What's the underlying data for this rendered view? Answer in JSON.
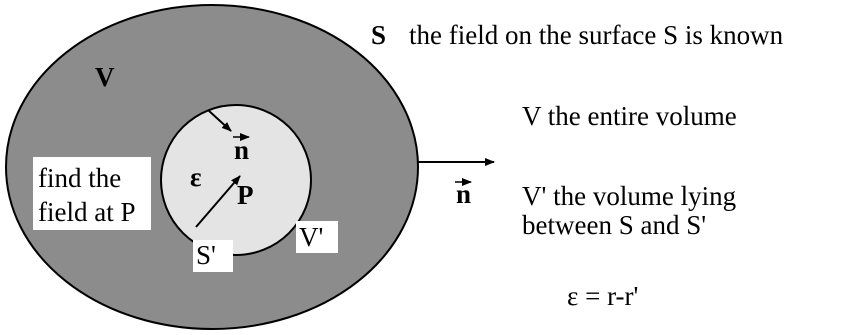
{
  "labels": {
    "surface_s": "S",
    "surface_note": "the field on the surface S is known",
    "outer_volume": "V",
    "find_line1": "find the",
    "find_line2": "field at P",
    "inner_n": "n",
    "epsilon": "ε",
    "point_p": "P",
    "inner_surface": "S'",
    "inner_volume": "V'",
    "outer_n": "n",
    "note_v": "V the entire volume",
    "note_vprime_line1": "V' the volume lying",
    "note_vprime_line2": "between S and S'",
    "note_epsilon": "ε = r-r'"
  },
  "colors": {
    "outer_fill": "#8c8c8c",
    "inner_fill": "#e4e4e4",
    "stroke": "#000000"
  }
}
